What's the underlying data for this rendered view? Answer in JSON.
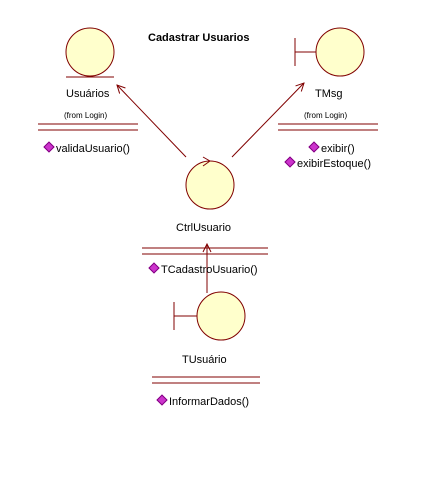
{
  "title": "Cadastrar Usuarios",
  "colors": {
    "fill": "#ffffcc",
    "stroke": "#800000",
    "line": "#000000",
    "op_bullet": "#cc33cc"
  },
  "classes": [
    {
      "name": "Usuários",
      "stereotype": "entity",
      "from": "(from Login)",
      "operations": [
        "validaUsuario()"
      ]
    },
    {
      "name": "TMsg",
      "stereotype": "boundary",
      "from": "(from Login)",
      "operations": [
        "exibir()",
        "exibirEstoque()"
      ]
    },
    {
      "name": "CtrlUsuario",
      "stereotype": "control",
      "operations": [
        "TCadastroUsuario()"
      ]
    },
    {
      "name": "TUsuário",
      "stereotype": "boundary",
      "operations": [
        "InformarDados()"
      ]
    }
  ]
}
